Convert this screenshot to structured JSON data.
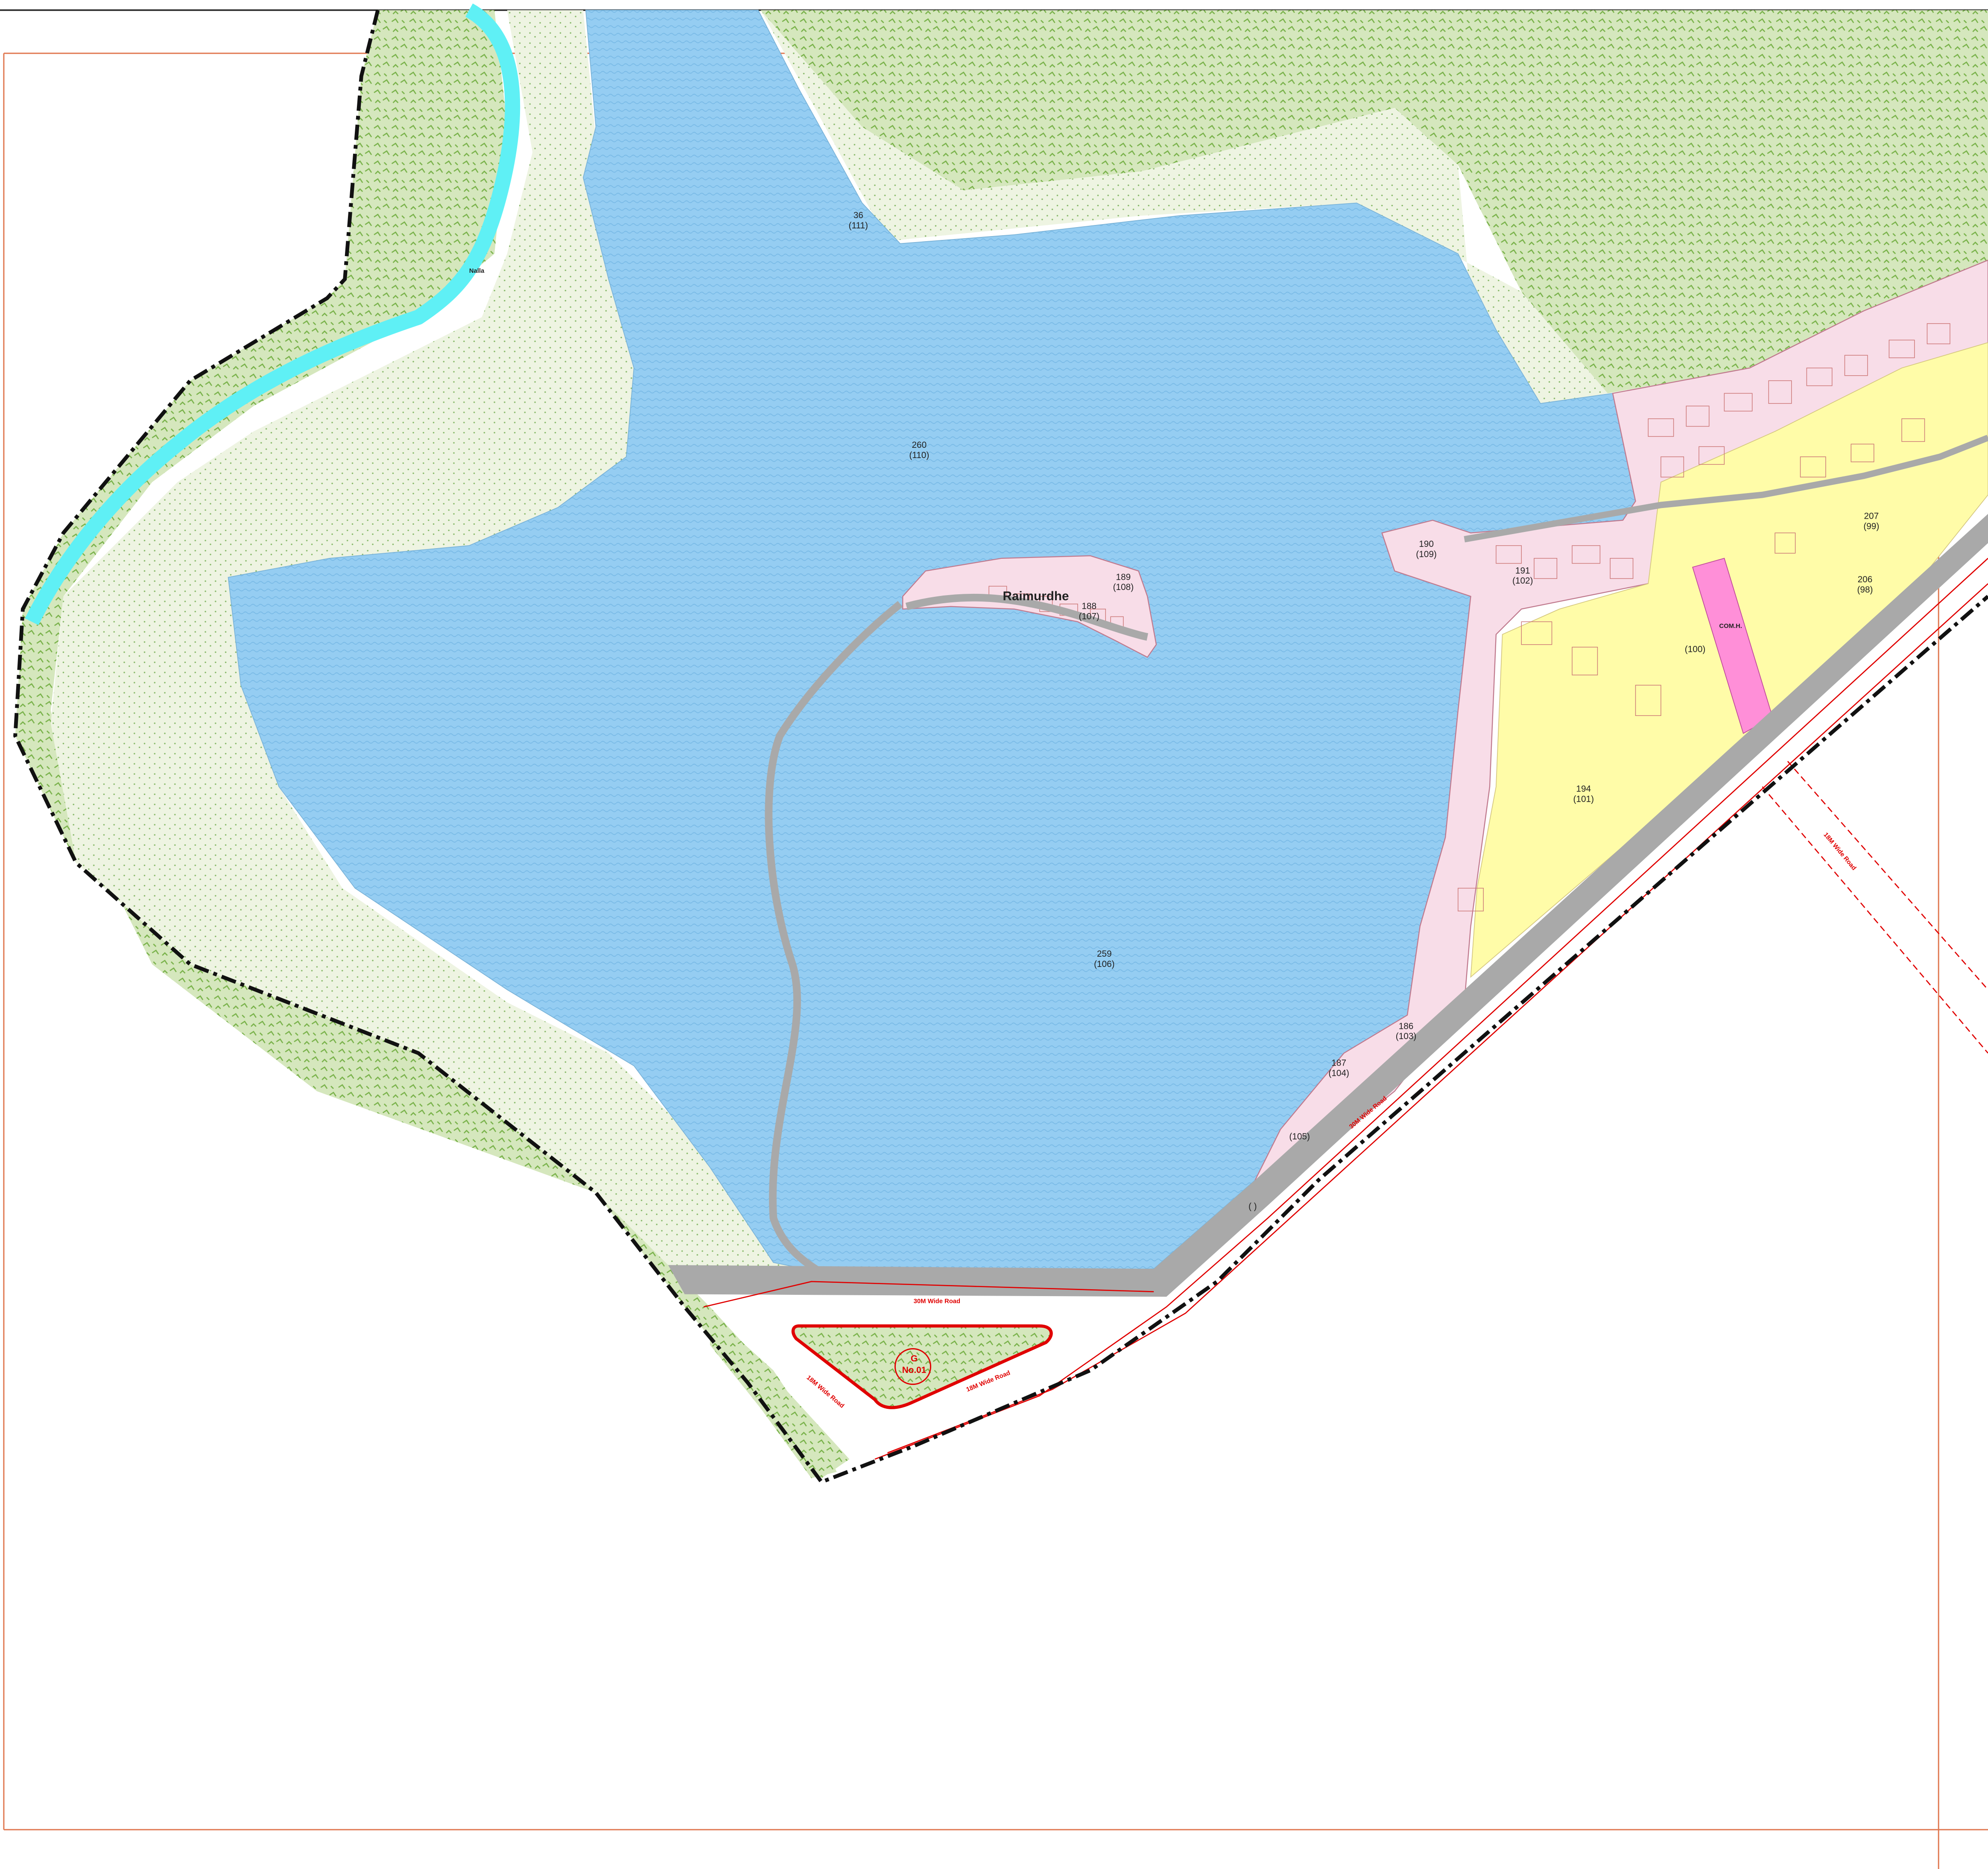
{
  "map": {
    "village_name": "Raimurdhe",
    "feature_labels": {
      "nalla": "Nalla",
      "commercial": "COM.H."
    },
    "road_labels": {
      "road_30m_main": "30M Wide Road",
      "road_30m_diag": "30M Wide Road",
      "road_18m_left": "18M Wide Road",
      "road_18m_bottom": "18M Wide Road",
      "road_18m_right": "18M Wide Road"
    },
    "facility": {
      "code": "G",
      "number": "No.01"
    },
    "plots": [
      {
        "number": "36",
        "sub": "(111)"
      },
      {
        "number": "260",
        "sub": "(110)"
      },
      {
        "number": "189",
        "sub": "(108)"
      },
      {
        "number": "188",
        "sub": "(107)"
      },
      {
        "number": "190",
        "sub": "(109)"
      },
      {
        "number": "191",
        "sub": "(102)"
      },
      {
        "number": "207",
        "sub": "(99)"
      },
      {
        "number": "206",
        "sub": "(98)"
      },
      {
        "number": "",
        "sub": "(100)"
      },
      {
        "number": "194",
        "sub": "(101)"
      },
      {
        "number": "259",
        "sub": "(106)"
      },
      {
        "number": "186",
        "sub": "(103)"
      },
      {
        "number": "187",
        "sub": "(104)"
      },
      {
        "number": "",
        "sub": "(105)"
      },
      {
        "number": "",
        "sub": "( )"
      }
    ],
    "colors": {
      "water": "#9dd3f5",
      "forest": "#cfe3b5",
      "buffer": "#eef3e2",
      "residential": "#f8dde8",
      "yellow_zone": "#fffca8",
      "commercial": "#ff8fd8",
      "nalla": "#5ff0f5",
      "road": "#a9a9a9",
      "red_line": "#e00000",
      "frame": "#e07850"
    }
  }
}
